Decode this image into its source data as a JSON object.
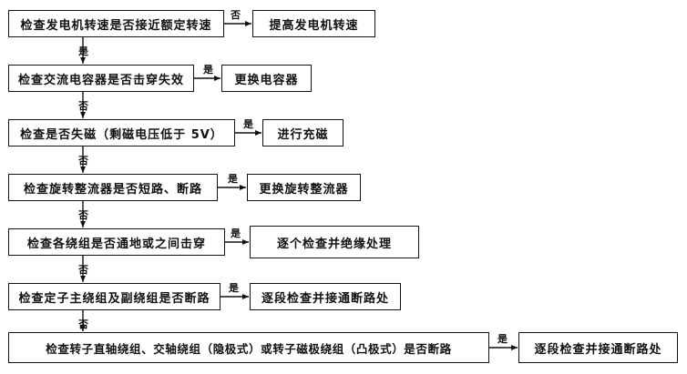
{
  "flowchart": {
    "steps": [
      {
        "check": "检查发电机转速是否接近额定转速",
        "yes_label": "否",
        "action": "提高发电机转速",
        "next_label": "是"
      },
      {
        "check": "检查交流电容器是否击穿失效",
        "yes_label": "是",
        "action": "更换电容器",
        "next_label": "否"
      },
      {
        "check": "检查是否失磁（剩磁电压低于 5V）",
        "yes_label": "是",
        "action": "进行充磁",
        "next_label": "否"
      },
      {
        "check": "检查旋转整流器是否短路、断路",
        "yes_label": "是",
        "action": "更换旋转整流器",
        "next_label": "否"
      },
      {
        "check": "检查各绕组是否通地或之间击穿",
        "yes_label": "是",
        "action": "逐个检查并绝缘处理",
        "next_label": "否"
      },
      {
        "check": "检查定子主绕组及副绕组是否断路",
        "yes_label": "是",
        "action": "逐段检查并接通断路处",
        "next_label": "否"
      },
      {
        "check": "检查转子直轴绕组、交轴绕组（隐极式）或转子磁极绕组（凸极式）是否断路",
        "yes_label": "是",
        "action": "逐段检查并接通断路处",
        "next_label": ""
      }
    ]
  }
}
